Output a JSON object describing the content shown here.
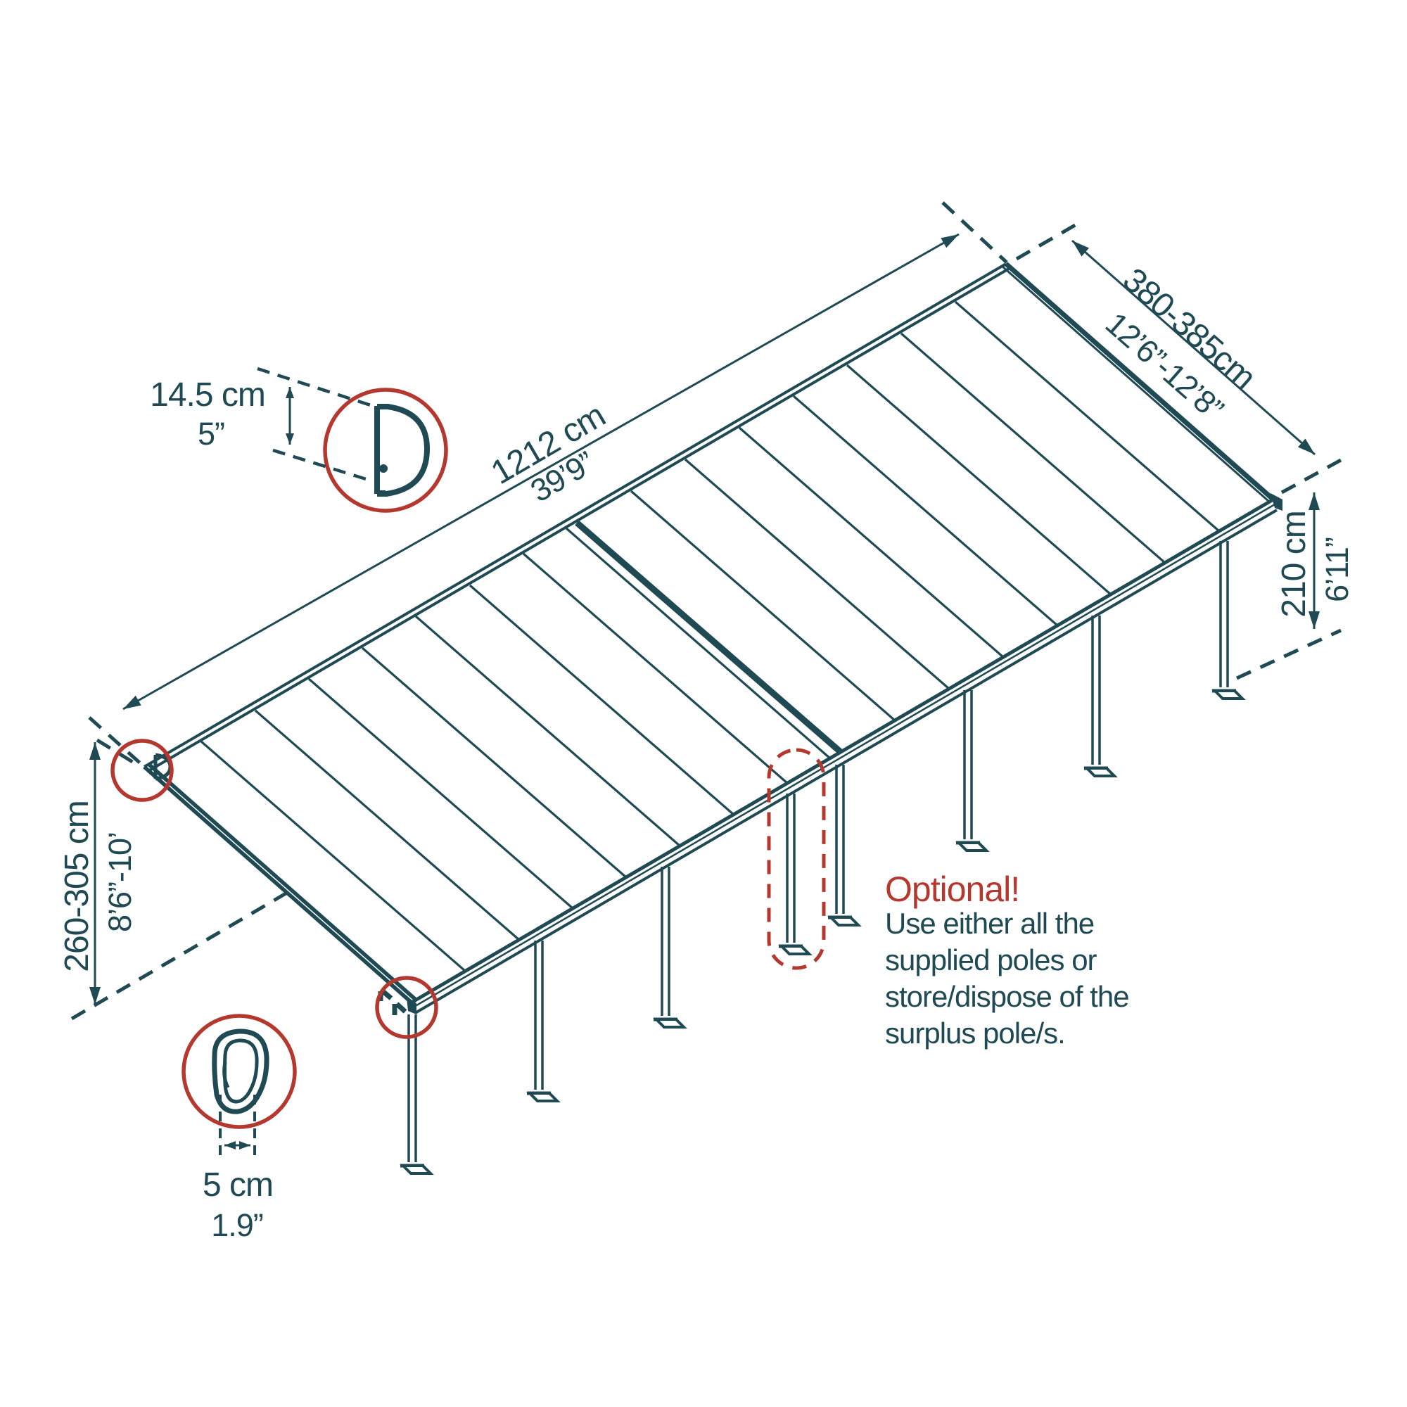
{
  "diagram": {
    "colors": {
      "line": "#1f4a54",
      "accent": "#b5382f",
      "background": "#ffffff"
    },
    "dimensions": {
      "length_metric": "1212 cm",
      "length_imperial": "39’9”",
      "depth_metric": "380-385cm",
      "depth_imperial": "12’6”-12’8”",
      "front_height_metric": "210 cm",
      "front_height_imperial": "6’11”",
      "wall_height_metric": "260-305 cm",
      "wall_height_imperial": "8’6”-10’",
      "profile_height_metric": "14.5 cm",
      "profile_height_imperial": "5”",
      "pole_width_metric": "5 cm",
      "pole_width_imperial": "1.9”"
    },
    "note": {
      "title": "Optional!",
      "lines": [
        "Use either all the",
        "supplied poles or",
        "store/dispose of the",
        "surplus pole/s."
      ]
    }
  }
}
